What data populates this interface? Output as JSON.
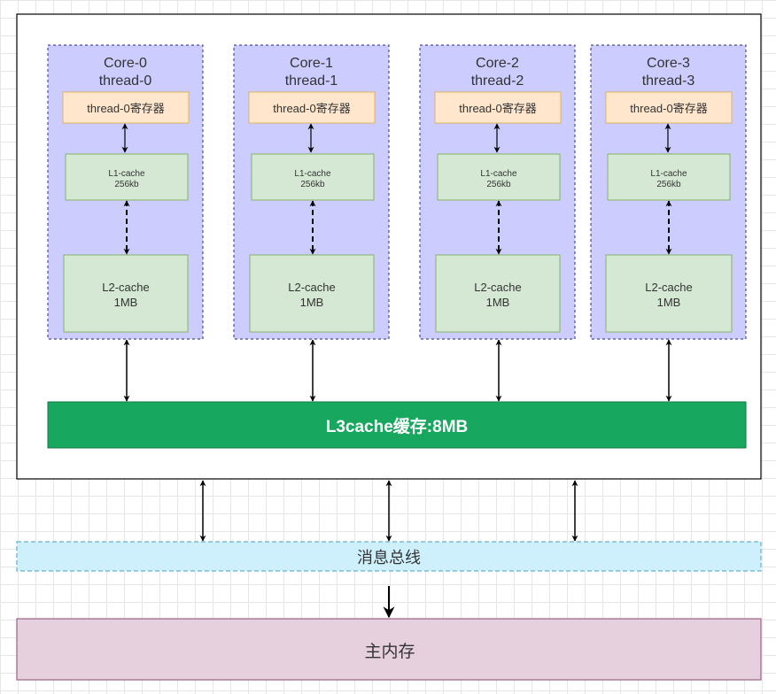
{
  "cores": [
    {
      "core_label": "Core-0",
      "thread_label": "thread-0",
      "register_label": "thread-0寄存器",
      "l1": {
        "name": "L1-cache",
        "size": "256kb"
      },
      "l2": {
        "name": "L2-cache",
        "size": "1MB"
      }
    },
    {
      "core_label": "Core-1",
      "thread_label": "thread-1",
      "register_label": "thread-0寄存器",
      "l1": {
        "name": "L1-cache",
        "size": "256kb"
      },
      "l2": {
        "name": "L2-cache",
        "size": "1MB"
      }
    },
    {
      "core_label": "Core-2",
      "thread_label": "thread-2",
      "register_label": "thread-0寄存器",
      "l1": {
        "name": "L1-cache",
        "size": "256kb"
      },
      "l2": {
        "name": "L2-cache",
        "size": "1MB"
      }
    },
    {
      "core_label": "Core-3",
      "thread_label": "thread-3",
      "register_label": "thread-0寄存器",
      "l1": {
        "name": "L1-cache",
        "size": "256kb"
      },
      "l2": {
        "name": "L2-cache",
        "size": "1MB"
      }
    }
  ],
  "l3": {
    "label": "L3cache缓存:8MB"
  },
  "bus": {
    "label": "消息总线"
  },
  "memory": {
    "label": "主内存"
  },
  "colors": {
    "core_fill": "#ccccff",
    "core_stroke": "#4c4c99",
    "register_fill": "#ffe6cc",
    "register_stroke": "#d79b00",
    "cache_fill": "#d5e8d4",
    "cache_stroke": "#82b366",
    "l3_fill": "#18a75e",
    "bus_fill": "#cdf0fc",
    "bus_stroke": "#5fb2d6",
    "memory_fill": "#e6d0de",
    "memory_stroke": "#996185"
  }
}
